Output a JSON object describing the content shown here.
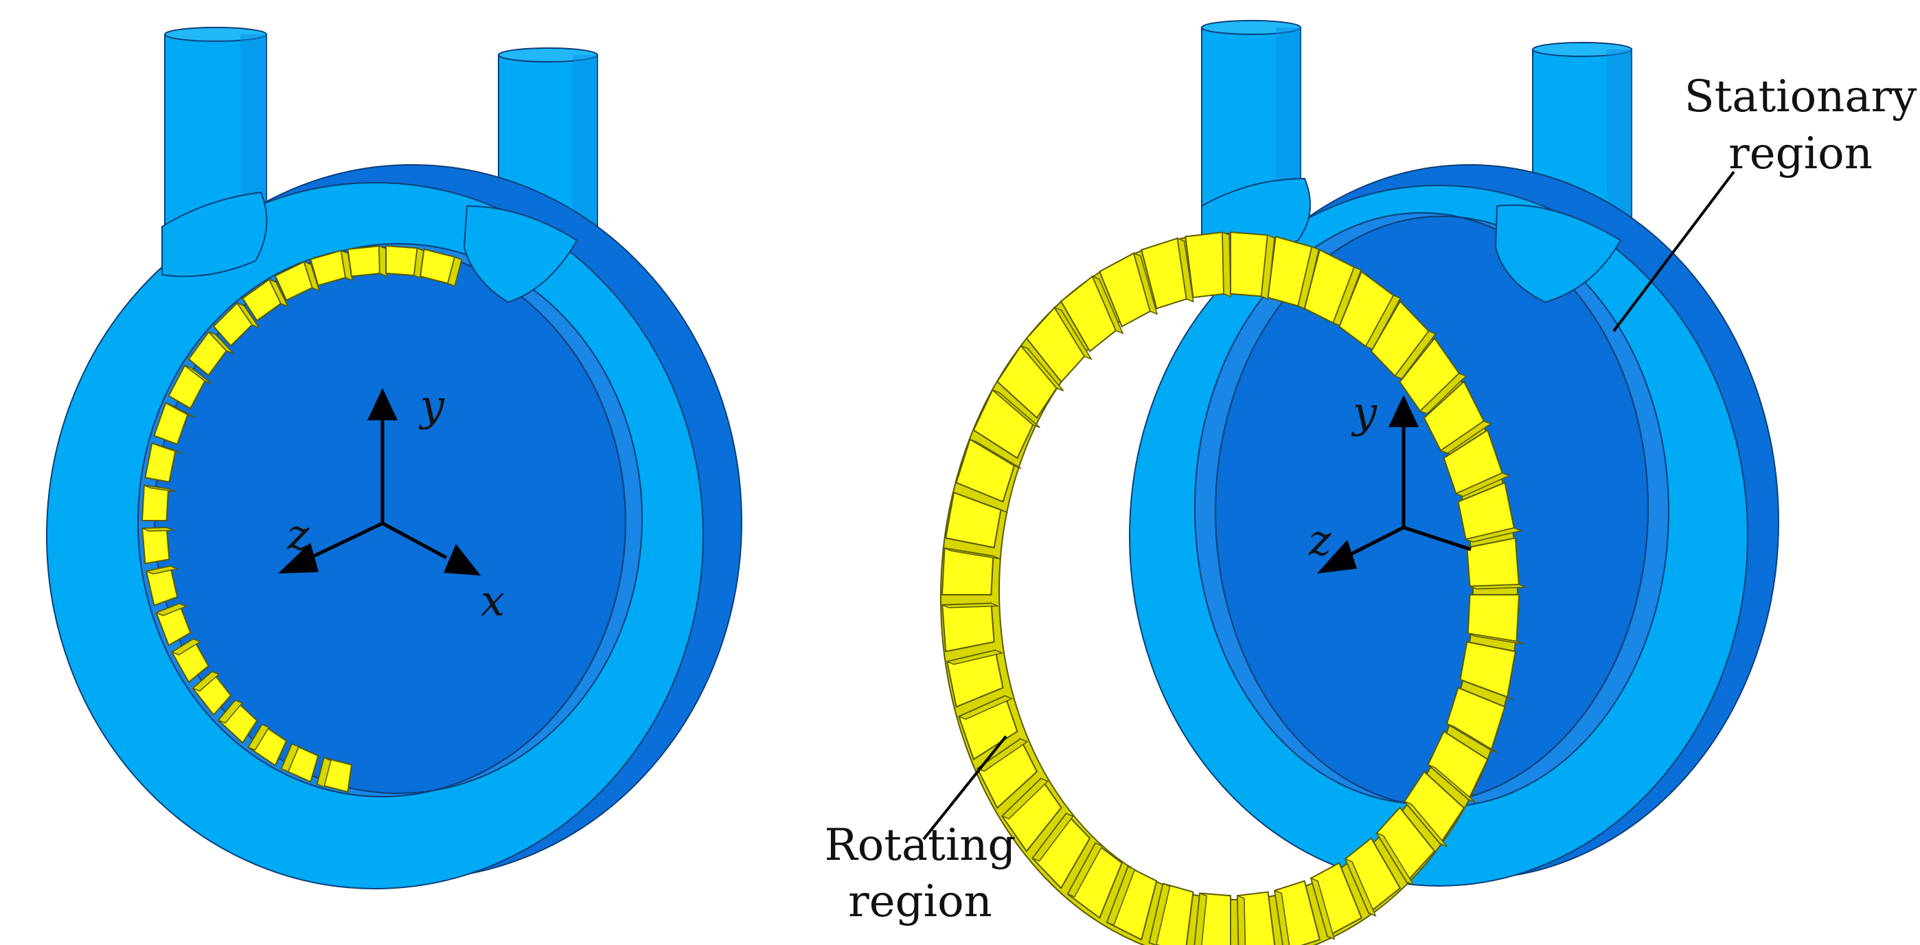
{
  "labels": {
    "stationary_line1": "Stationary",
    "stationary_line2": "region",
    "rotating_line1": "Rotating",
    "rotating_line2": "region"
  },
  "axes": {
    "left": {
      "y": "y",
      "z": "z",
      "x": "x"
    },
    "right": {
      "y": "y",
      "z": "z"
    }
  },
  "colors": {
    "blue_face": "#00aaf5",
    "blue_side": "#0a6fd8",
    "blue_inner": "#1a86e6",
    "blue_edge": "#0b3f7a",
    "yellow_face": "#ffff1a",
    "yellow_side": "#d6d600",
    "yellow_edge": "#5a5a00",
    "axis": "#000000"
  },
  "rotor": {
    "blade_count": 40
  }
}
